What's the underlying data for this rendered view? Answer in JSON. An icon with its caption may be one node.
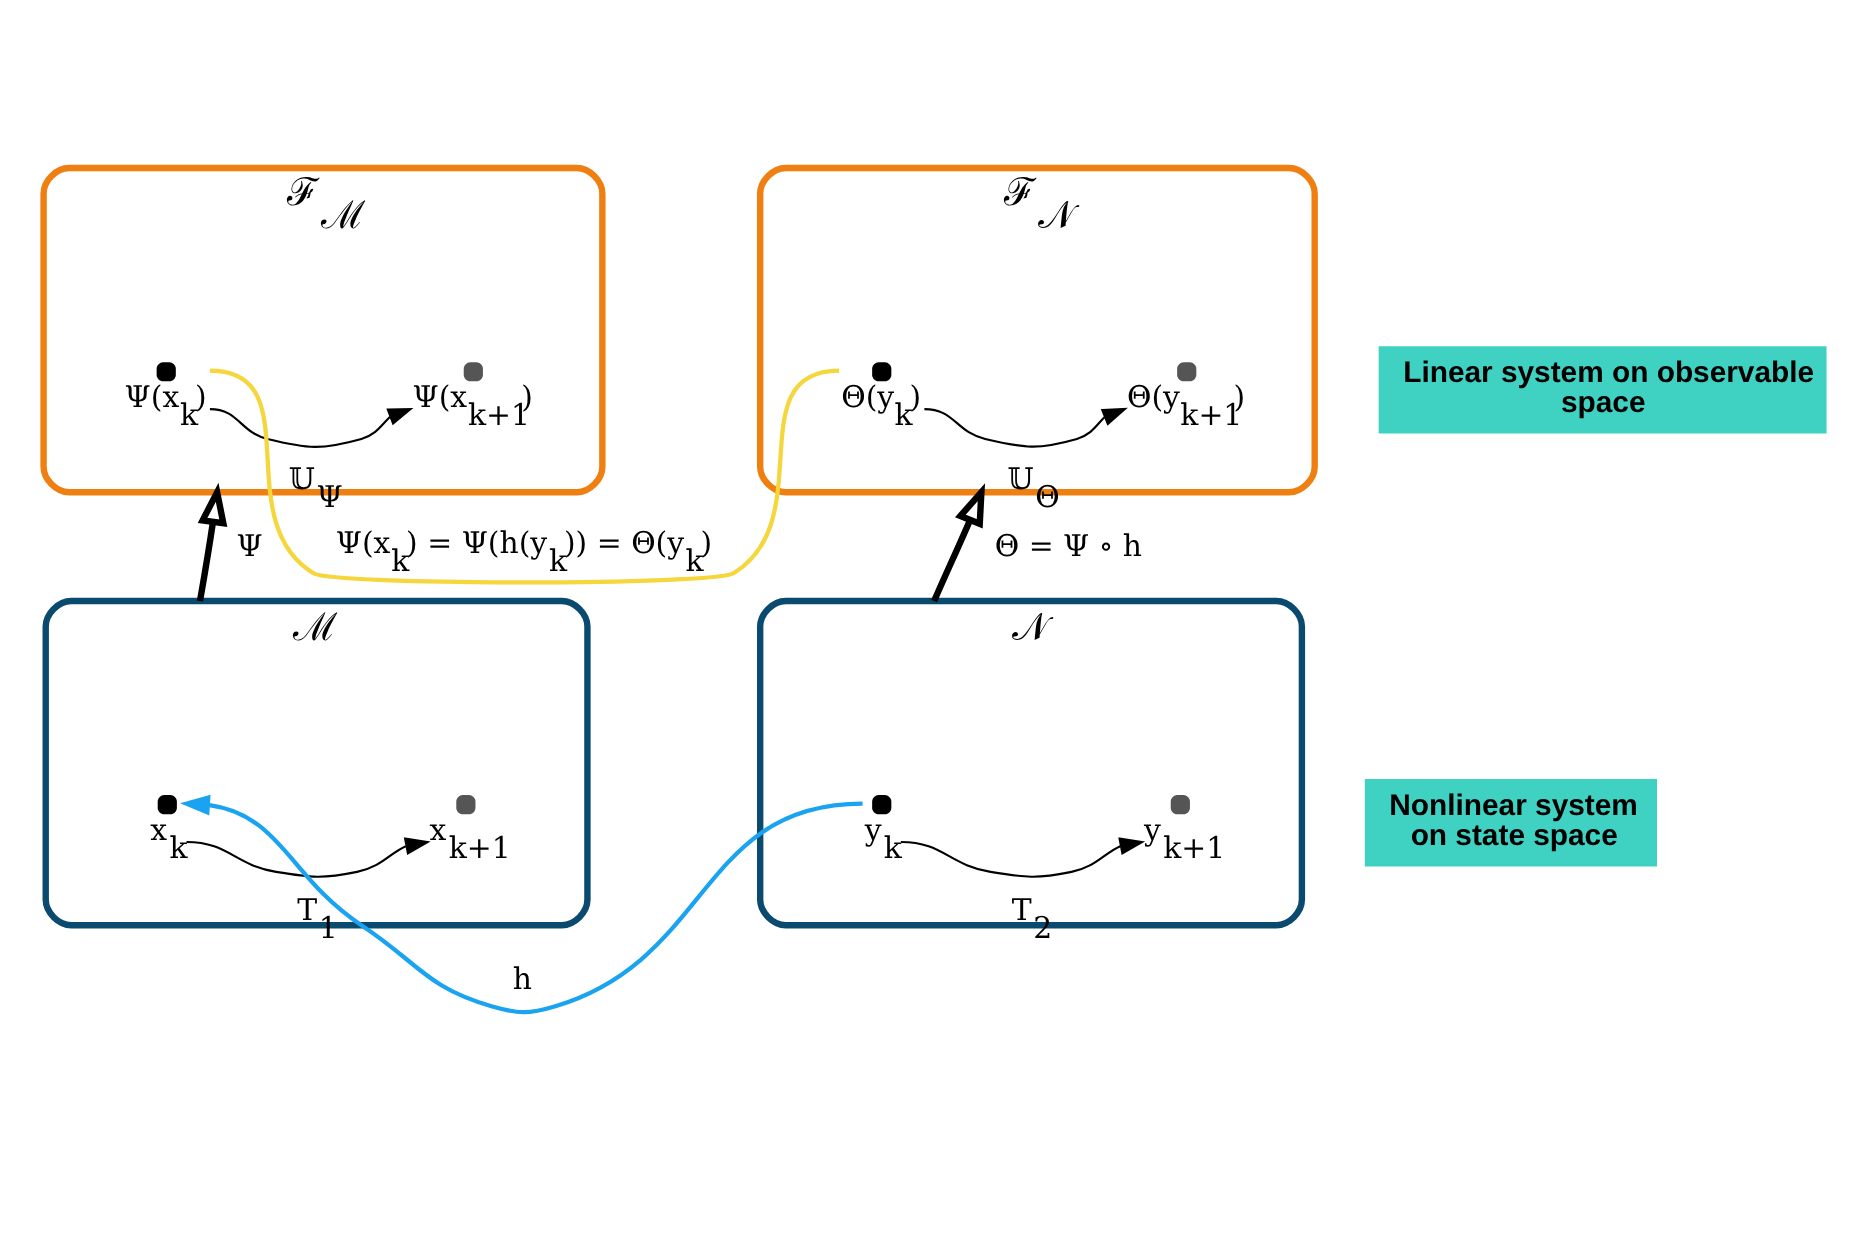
{
  "diagram": {
    "nodes": [
      {
        "text": [
          "ℱ$_{ℳ}$"
        ]
      },
      {
        "text": [],
        "shape": "circle",
        "beside": [
          "Ψ(x$_{k}$)"
        ],
        "in": 0
      },
      {
        "text": [],
        "shape": "circle",
        "beside": [
          "Ψ(x$_{k+1}$)"
        ],
        "in": 0
      },
      {
        "text": [
          "ℱ$_{𝒩}$"
        ]
      },
      {
        "text": [],
        "shape": "circle",
        "beside": [
          "Θ(y$_{k}$)"
        ],
        "in": 3
      },
      {
        "text": [],
        "shape": "circle",
        "beside": [
          "Θ(y$_{k+1}$)"
        ],
        "in": 3
      },
      {
        "text": [
          "Linear system on observable space"
        ]
      },
      {
        "text": [
          "ℳ"
        ]
      },
      {
        "text": [],
        "shape": "circle",
        "beside": [
          "x$_{k}$"
        ],
        "in": 7
      },
      {
        "text": [],
        "shape": "circle",
        "beside": [
          "x$_{k+1}$"
        ],
        "in": 7
      },
      {
        "text": [
          "𝒩"
        ]
      },
      {
        "text": [],
        "shape": "circle",
        "beside": [
          "y$_{k}$"
        ],
        "in": 10
      },
      {
        "text": [],
        "shape": "circle",
        "beside": [
          "y$_{k+1}$"
        ],
        "in": 10
      },
      {
        "text": [
          "Nonlinear system on state space"
        ]
      }
    ],
    "edges": [
      {
        "from": 1,
        "to": 2,
        "arrow": "to",
        "label": "𝕌$_{Ψ}$"
      },
      {
        "from": 1,
        "to": 4,
        "arrow": "none",
        "label": "Ψ(x$_{k}$) = Ψ(h(y$_{k}$)) = Θ(y$_{k}$)",
        "color": "#f5d63d"
      },
      {
        "from": 4,
        "to": 5,
        "arrow": "to",
        "label": "𝕌$_{Θ}$"
      },
      {
        "from": 7,
        "to": 0,
        "arrow": "to",
        "label": "Ψ",
        "style": "thick"
      },
      {
        "from": 10,
        "to": 3,
        "arrow": "to",
        "label": "Θ = Ψ ∘ h",
        "style": "thick"
      },
      {
        "from": 11,
        "to": 8,
        "arrow": "to",
        "label": "h",
        "color": "#1aa3f0"
      },
      {
        "from": 8,
        "to": 9,
        "arrow": "to",
        "label": "T$_{1}$"
      },
      {
        "from": 11,
        "to": 12,
        "arrow": "to",
        "label": "T$_{2}$"
      }
    ]
  }
}
